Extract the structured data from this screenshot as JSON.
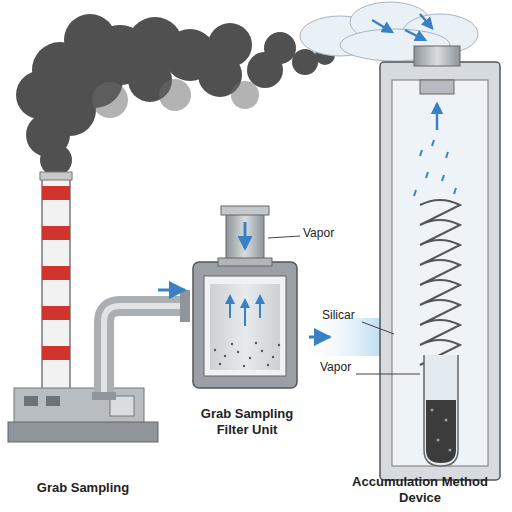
{
  "diagram": {
    "nodes": [
      {
        "text": [
          "Grab Sampling"
        ]
      },
      {
        "text": [
          "Grab Sampling Filter Unit"
        ]
      },
      {
        "text": [
          "Accumulation Method Device"
        ]
      }
    ],
    "edges": [
      {
        "from": 0,
        "to": 1,
        "arrow": "to"
      },
      {
        "from": 1,
        "to": 2,
        "arrow": "to"
      }
    ],
    "labels": [
      "Vapor",
      "Silicar",
      "Vapor"
    ]
  }
}
